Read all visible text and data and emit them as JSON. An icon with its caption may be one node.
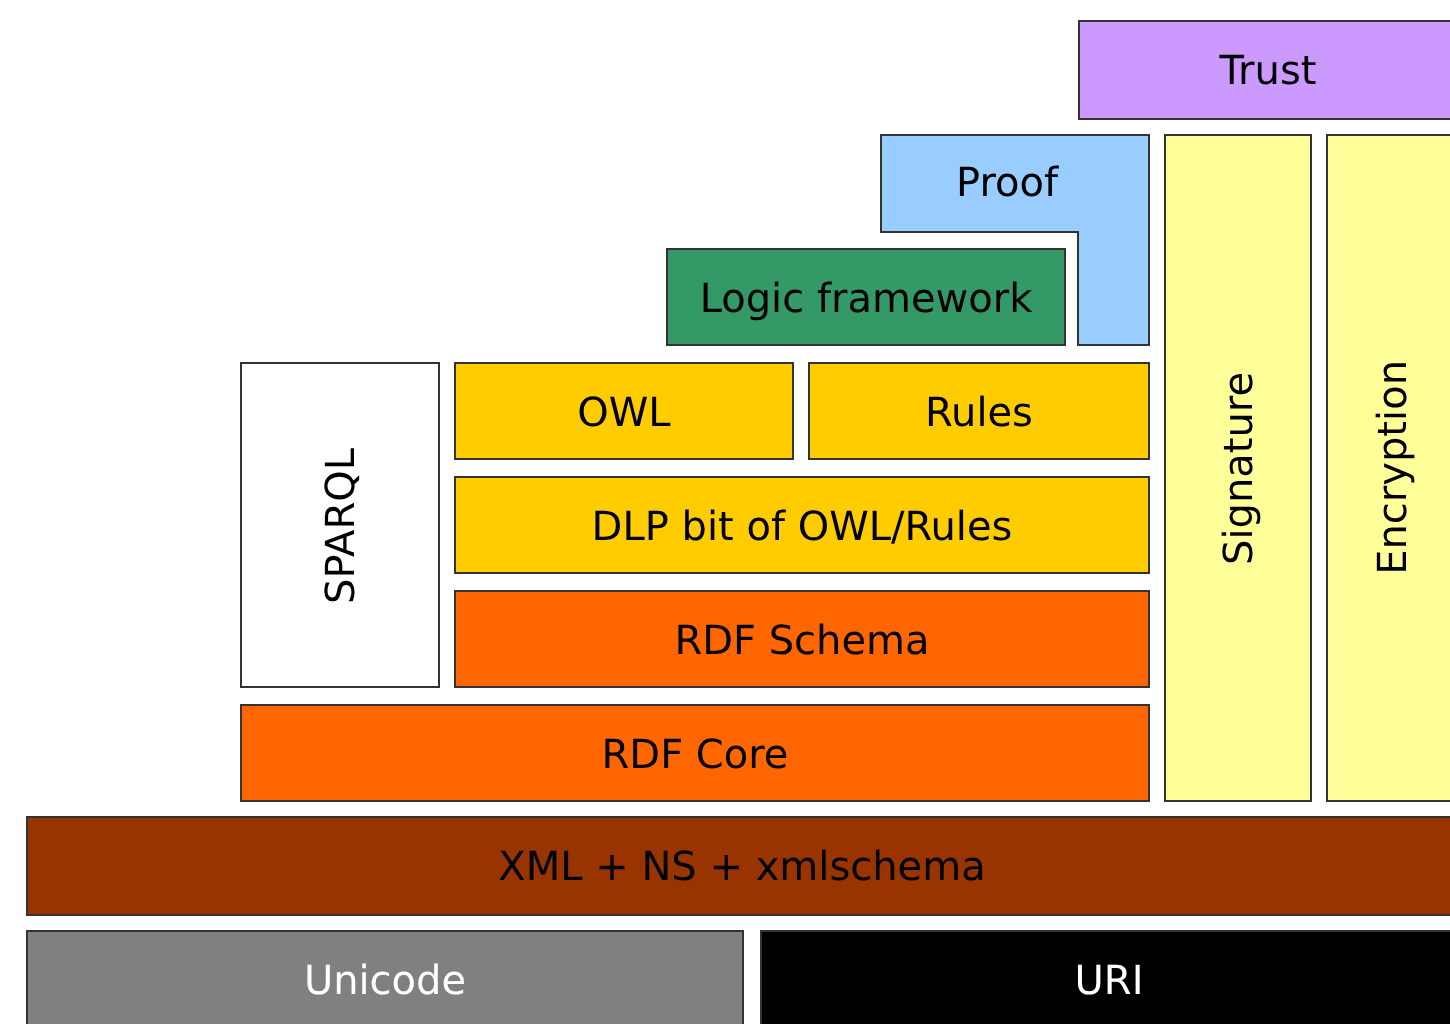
{
  "diagram": {
    "nodes": [
      {
        "text": [
          "Trust"
        ]
      },
      {
        "text": [
          "Proof"
        ]
      },
      {
        "text": [
          "Logic framework"
        ]
      },
      {
        "text": [
          "SPARQL"
        ]
      },
      {
        "text": [
          "OWL"
        ]
      },
      {
        "text": [
          "Rules"
        ]
      },
      {
        "text": [
          "Signature"
        ]
      },
      {
        "text": [
          "Encryption"
        ]
      },
      {
        "text": [
          "DLP bit of OWL/Rules"
        ]
      },
      {
        "text": [
          "RDF Schema"
        ]
      },
      {
        "text": [
          "RDF Core"
        ]
      },
      {
        "text": [
          "XML + NS + xmlschema"
        ]
      },
      {
        "text": [
          "Unicode"
        ]
      },
      {
        "text": [
          "URI"
        ]
      }
    ]
  }
}
